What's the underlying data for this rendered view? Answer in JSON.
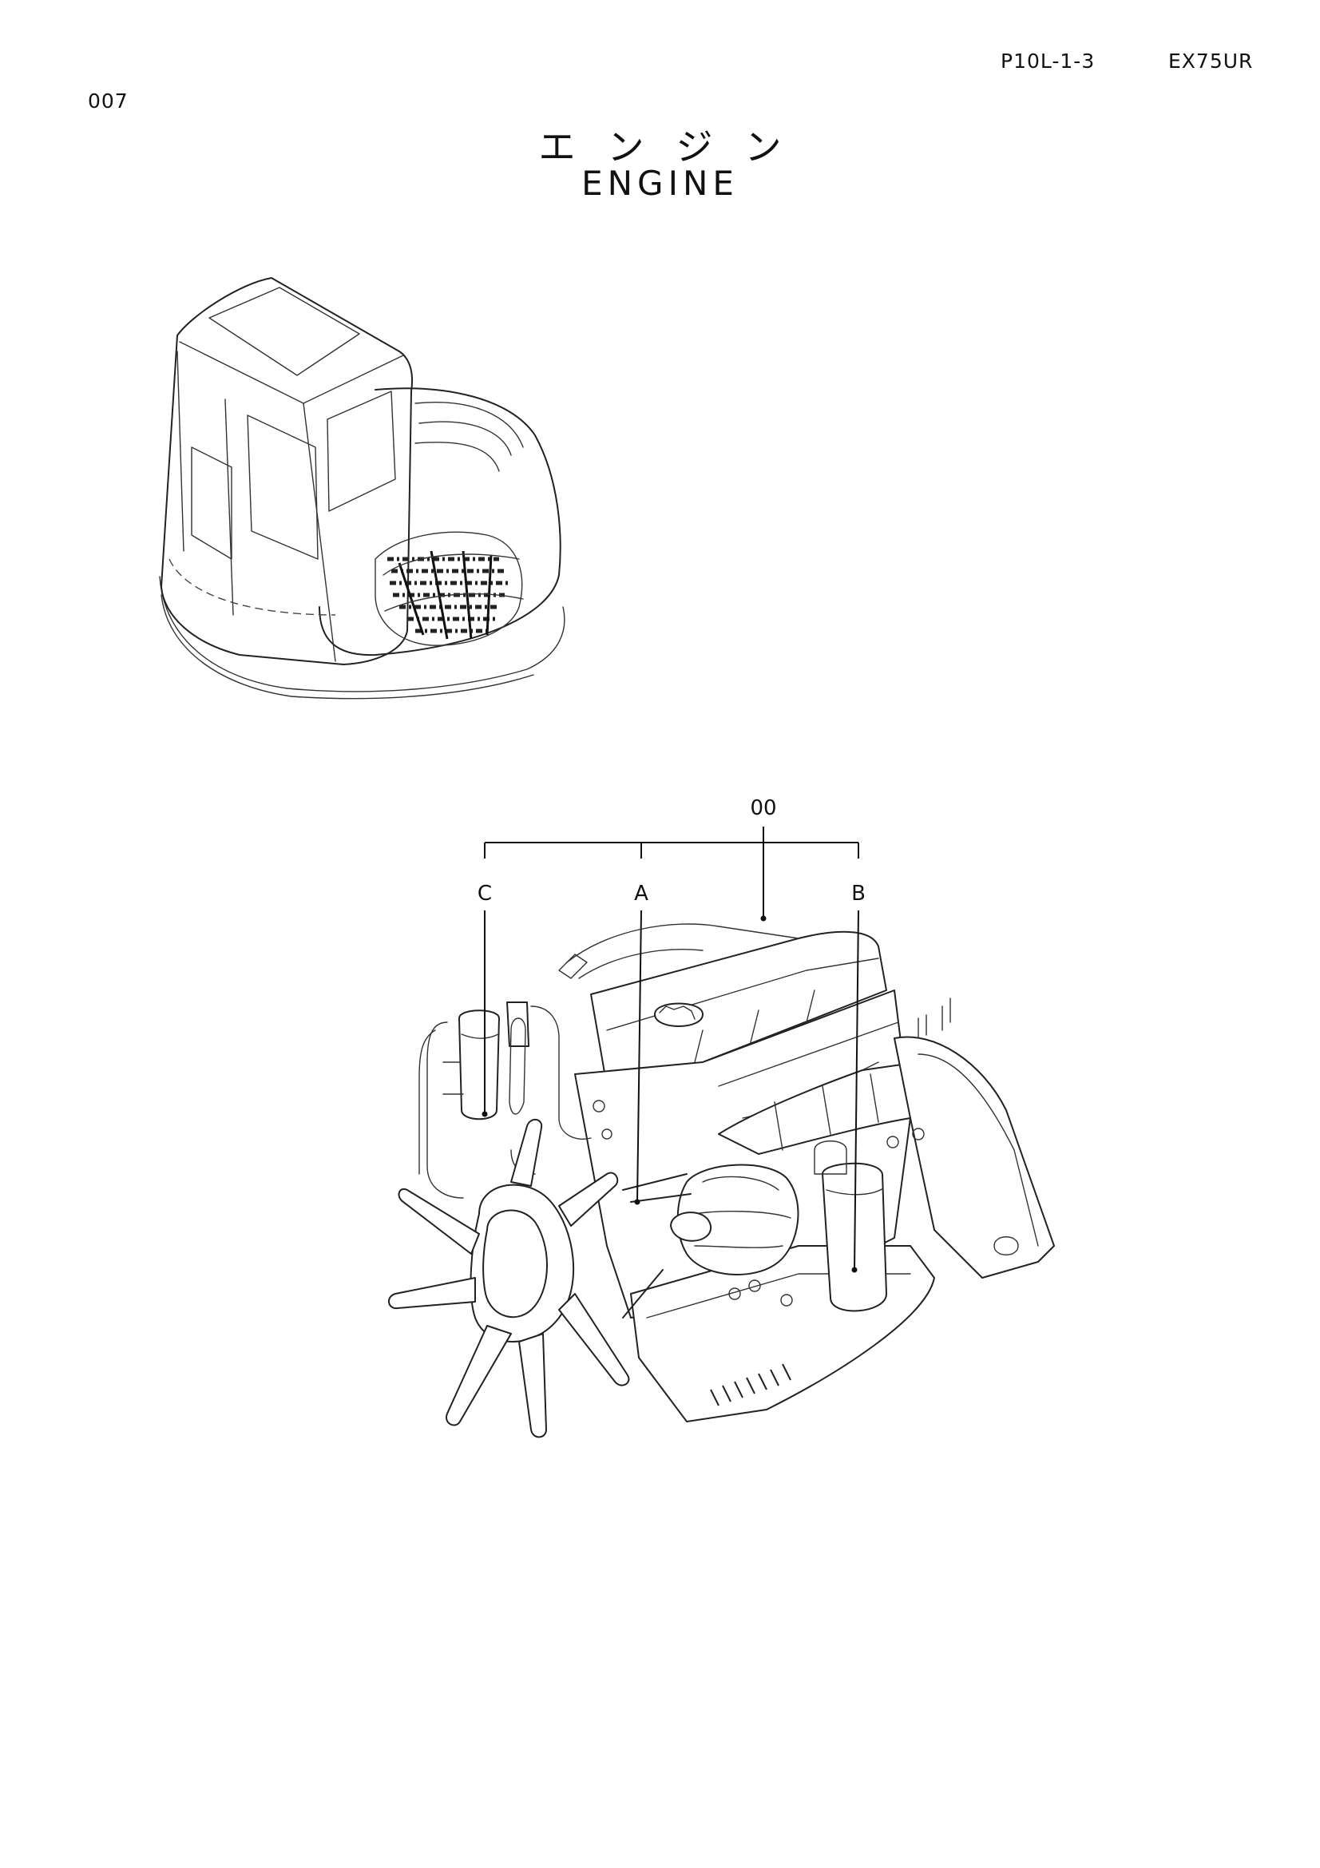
{
  "header": {
    "page_code": "P10L-1-3",
    "model": "EX75UR",
    "page_number": "007"
  },
  "title": {
    "japanese": "エンジン",
    "english": "ENGINE"
  },
  "callouts": {
    "assembly": "00",
    "a": "A",
    "b": "B",
    "c": "C"
  }
}
